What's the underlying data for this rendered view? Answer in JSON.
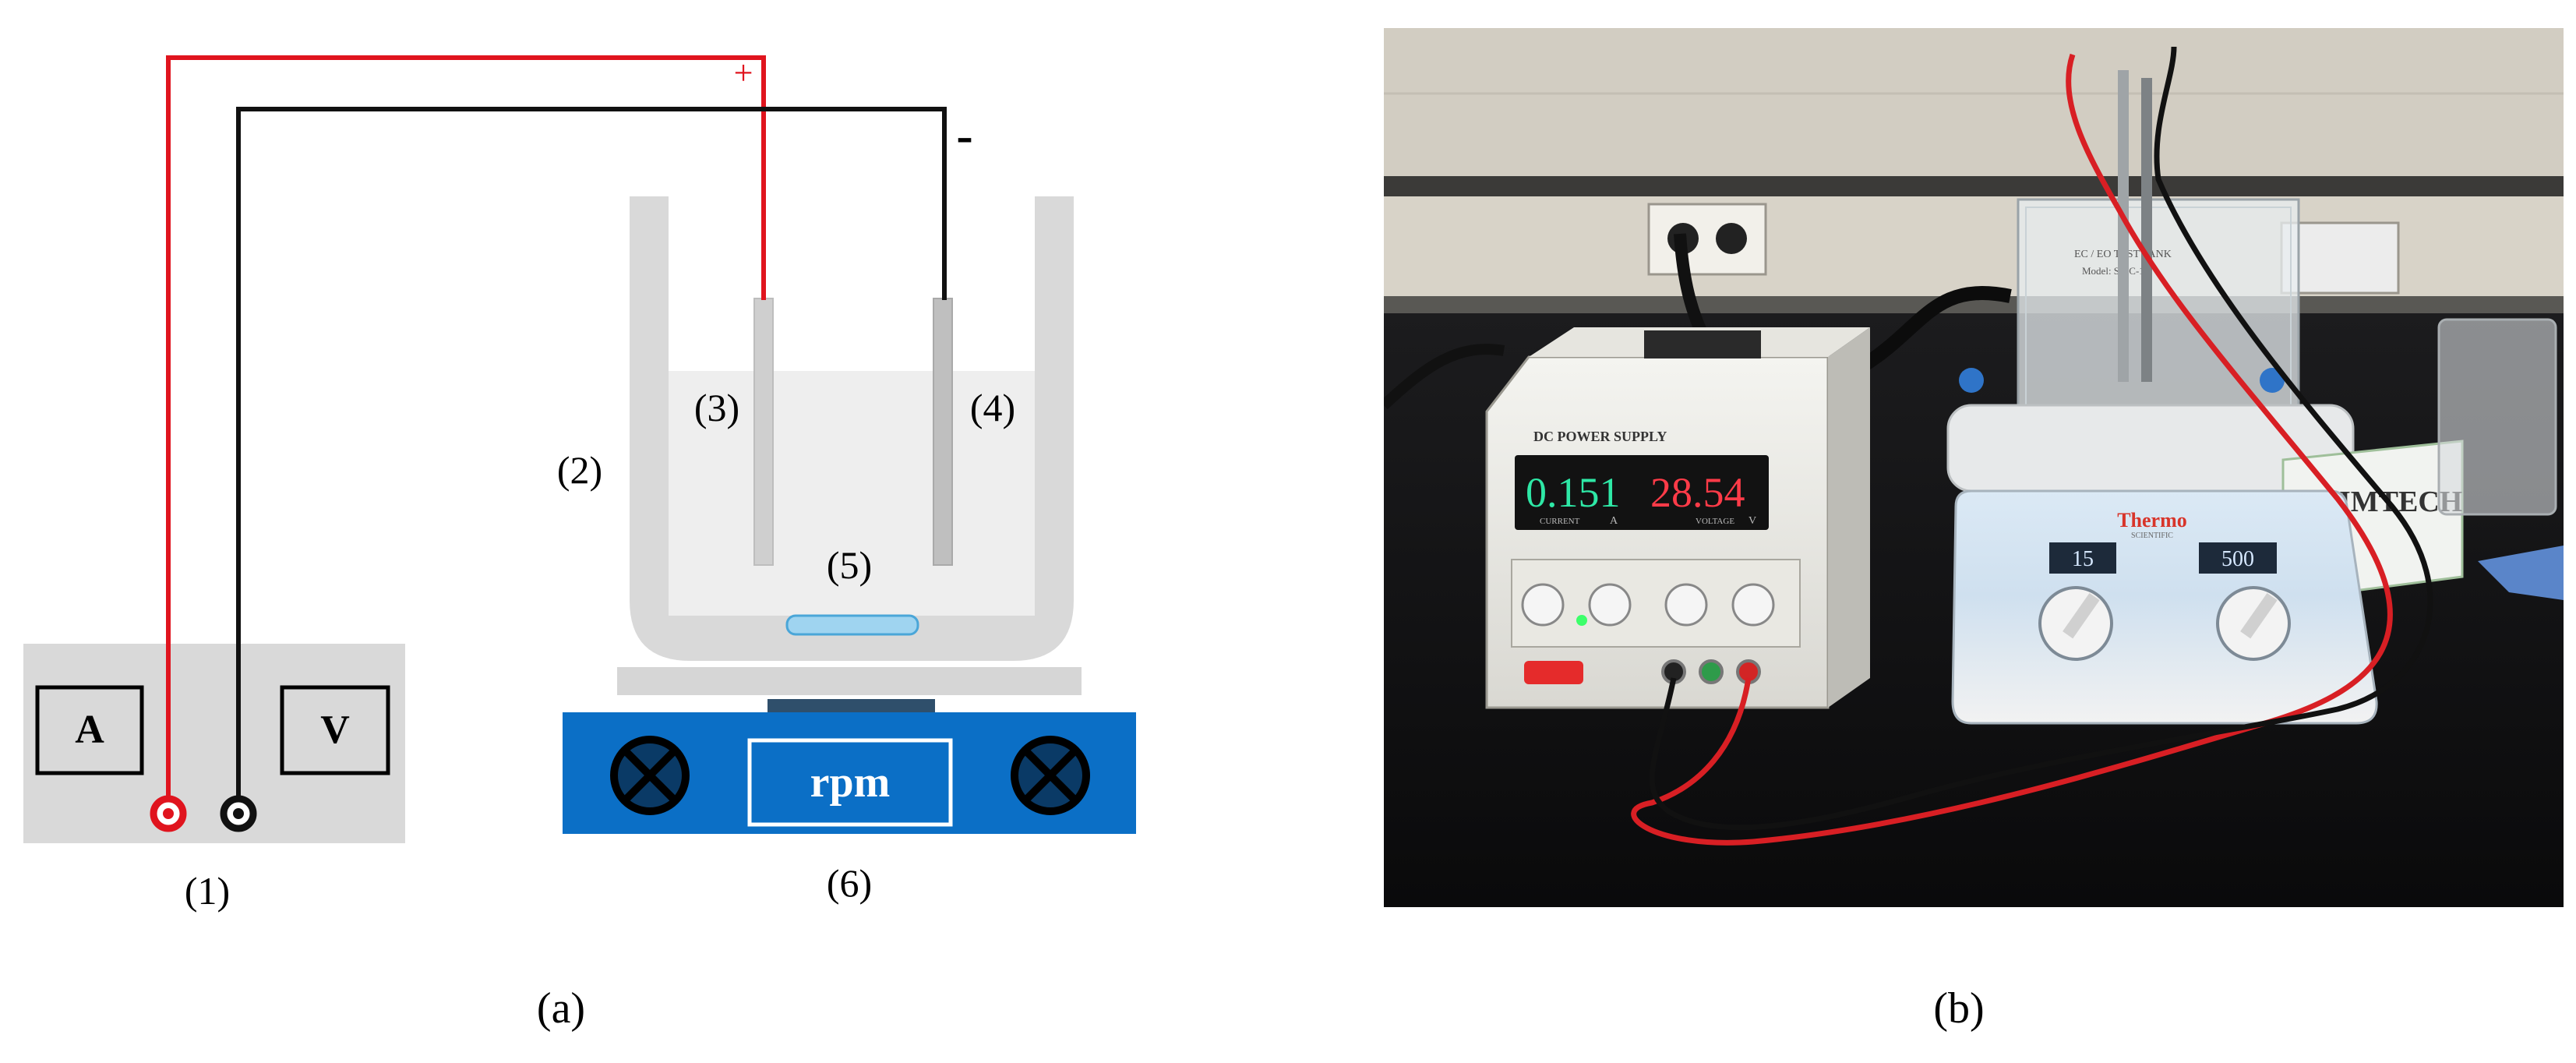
{
  "schematic": {
    "power_supply": {
      "ammeter_label": "A",
      "voltmeter_label": "V",
      "caption": "(1)"
    },
    "beaker_caption": "(2)",
    "anode_caption": "(3)",
    "cathode_caption": "(4)",
    "stir_bar_caption": "(5)",
    "stirrer": {
      "display_label": "rpm",
      "caption": "(6)"
    },
    "positive_sign": "+",
    "negative_sign": "-",
    "wire_colors": {
      "positive": "#e0141e",
      "negative": "#111111"
    },
    "stirrer_color": "#0b6fc6",
    "panel_label": "(a)"
  },
  "photo": {
    "power_supply_title": "DC POWER SUPPLY",
    "current_reading": "0.151",
    "voltage_reading": "28.54",
    "current_unit_label": "CURRENT",
    "current_unit": "A",
    "voltage_unit_label": "VOLTAGE",
    "voltage_unit": "V",
    "tank_label_line1": "EC / EO TEST TANK",
    "tank_label_line2": "Model: S-EC-1A",
    "stirrer_brand": "Thermo",
    "stirrer_brand_sub": "SCIENTIFIC",
    "stirrer_display_left": "15",
    "stirrer_display_right": "500",
    "wipes_label": "IMTECH",
    "panel_label": "(b)"
  }
}
